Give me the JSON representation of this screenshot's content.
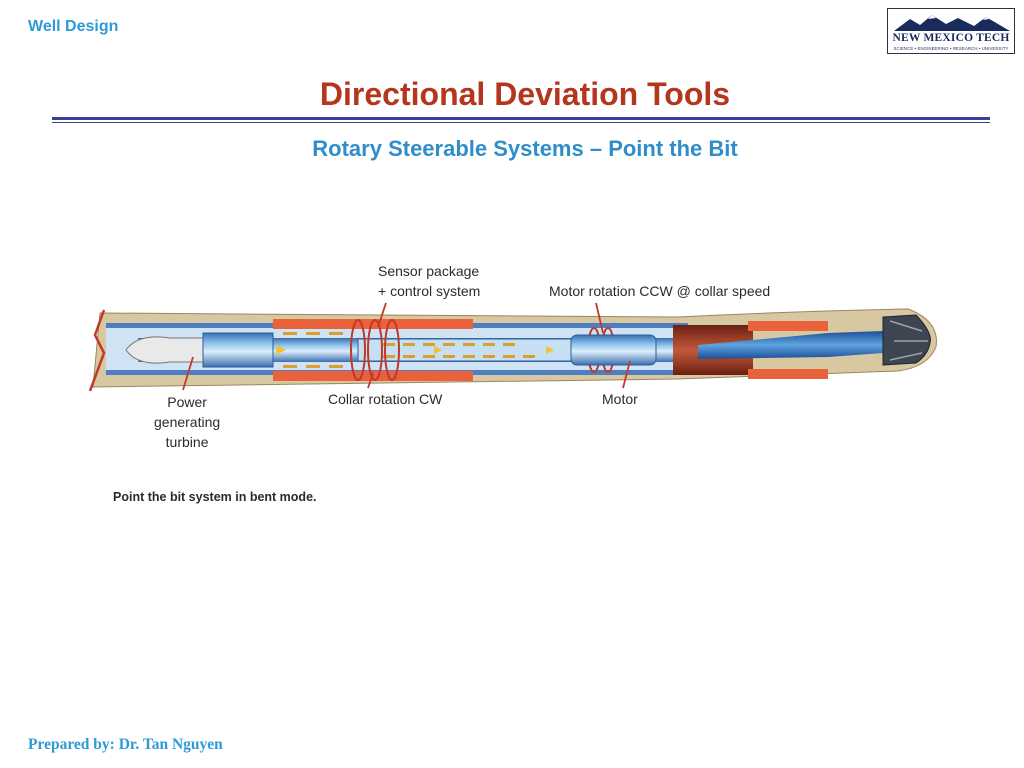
{
  "header": {
    "section_label": "Well Design"
  },
  "logo": {
    "name": "NEW MEXICO TECH",
    "tagline": "SCIENCE • ENGINEERING • RESEARCH • UNIVERSITY"
  },
  "slide": {
    "title": "Directional Deviation Tools",
    "subtitle": "Rotary Steerable Systems – Point the Bit"
  },
  "figure": {
    "labels": {
      "sensor_line1": "Sensor package",
      "sensor_line2": "+ control system",
      "motor_rotation": "Motor rotation CCW @ collar speed",
      "power_line1": "Power",
      "power_line2": "generating",
      "power_line3": "turbine",
      "collar_rotation": "Collar rotation CW",
      "motor": "Motor"
    },
    "caption": "Point the bit system in bent mode."
  },
  "footer": {
    "prepared_by": "Prepared by: Dr. Tan Nguyen"
  }
}
